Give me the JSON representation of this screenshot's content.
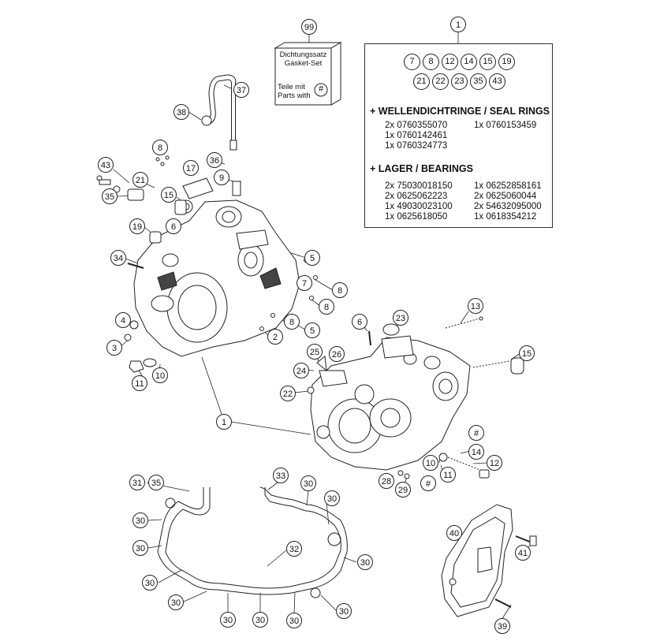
{
  "callouts": {
    "n99": "99",
    "n1_box": "1",
    "n37": "37",
    "n38": "38",
    "n8_a": "8",
    "n17": "17",
    "n36": "36",
    "n9": "9",
    "n43": "43",
    "n21": "21",
    "n35_a": "35",
    "n15_a": "15",
    "n6_a": "6",
    "n19": "19",
    "n34": "34",
    "n5_a": "5",
    "n7": "7",
    "n8_b": "8",
    "n8_c": "8",
    "n8_d": "8",
    "n5_b": "5",
    "n2": "2",
    "n4": "4",
    "n3": "3",
    "n11_a": "11",
    "n10_a": "10",
    "n13": "13",
    "n6_b": "6",
    "n23": "23",
    "n15_b": "15",
    "n25": "25",
    "n26": "26",
    "n24": "24",
    "n22": "22",
    "n1_main": "1",
    "hash_a": "#",
    "n14": "14",
    "n12": "12",
    "n10_b": "10",
    "n11_b": "11",
    "n28": "28",
    "n29": "29",
    "hash_b": "#",
    "n31": "31",
    "n35_b": "35",
    "n33": "33",
    "n30_a": "30",
    "n30_b": "30",
    "n30_c": "30",
    "n30_d": "30",
    "n32": "32",
    "n30_e": "30",
    "n30_f": "30",
    "n30_g": "30",
    "n30_h": "30",
    "n30_i": "30",
    "n30_j": "30",
    "n30_k": "30",
    "n40": "40",
    "n41": "41",
    "n39": "39"
  },
  "gasket_box": {
    "line1": "Dichtungssatz",
    "line2": "Gasket-Set",
    "line3": "Teile mit",
    "line4": "Parts with",
    "hash": "#"
  },
  "panel": {
    "circles_row1": [
      "7",
      "8",
      "12",
      "14",
      "15",
      "19"
    ],
    "circles_row2": [
      "21",
      "22",
      "23",
      "35",
      "43"
    ],
    "seal_title": "+ WELLENDICHTRINGE / SEAL RINGS",
    "seal_rows": [
      [
        "2x 0760355070",
        "1x 0760153459"
      ],
      [
        "1x 0760142461",
        ""
      ],
      [
        "1x 0760324773",
        ""
      ]
    ],
    "bearing_title": "+ LAGER / BEARINGS",
    "bearing_rows": [
      [
        "2x 75030018150",
        "1x 06252858161"
      ],
      [
        "2x 0625062223",
        "2x 0625060044"
      ],
      [
        "1x 49030023100",
        "2x 54632095000"
      ],
      [
        "1x 0625618050",
        "1x 0618354212"
      ]
    ]
  }
}
